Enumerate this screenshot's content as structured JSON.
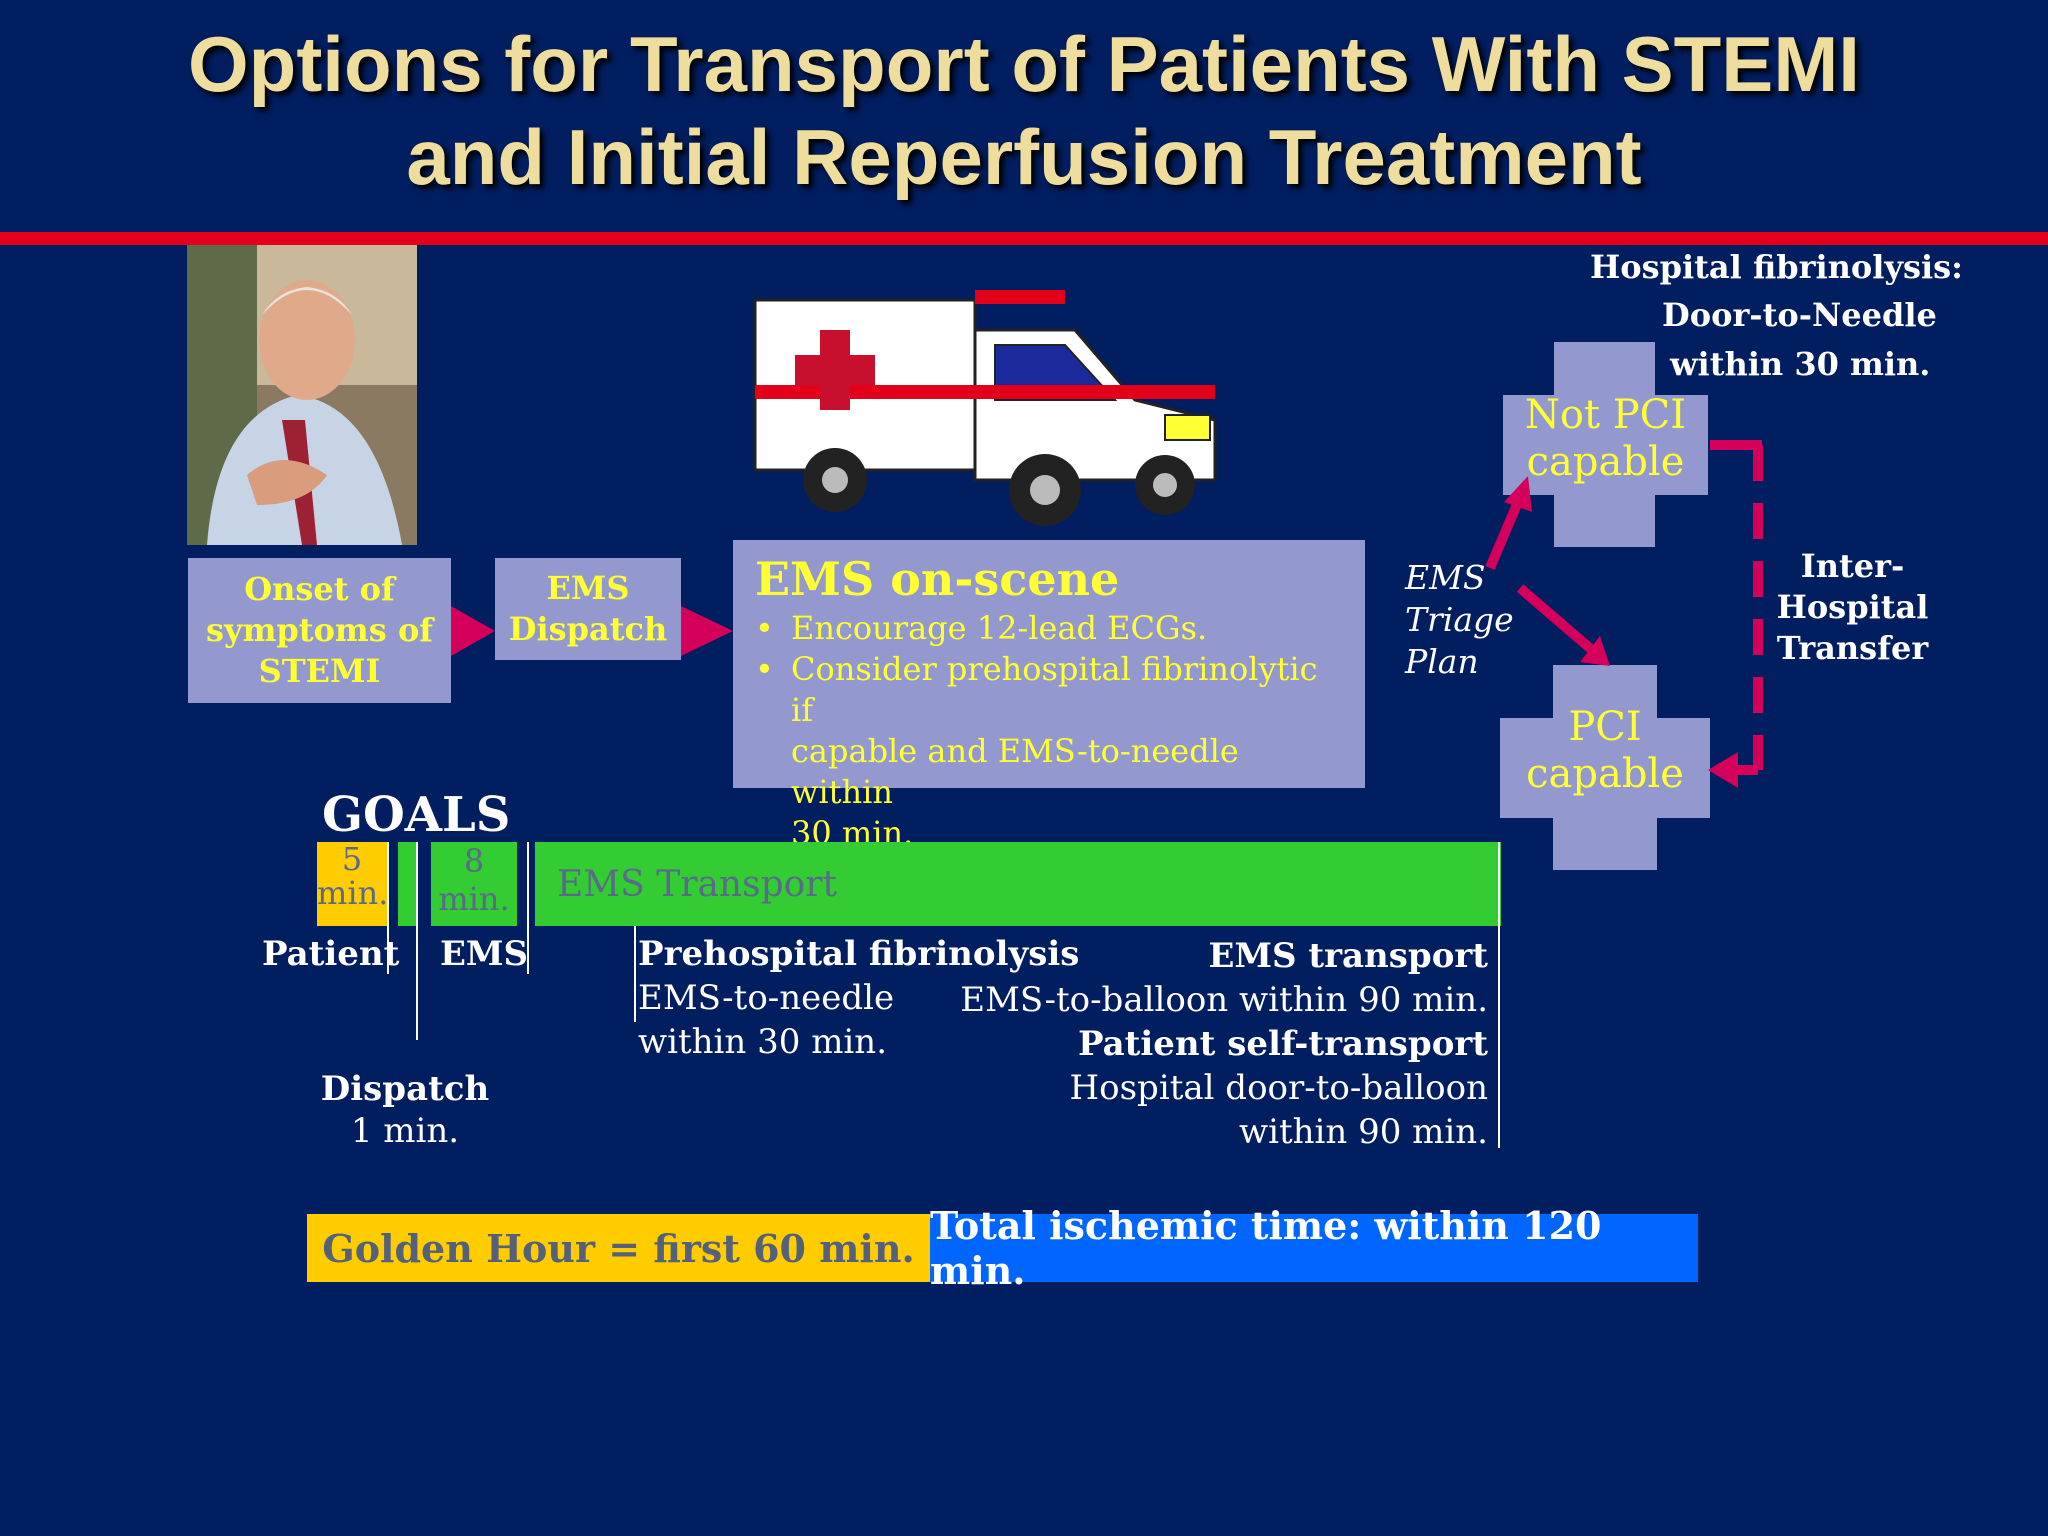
{
  "title": {
    "line1": "Options for Transport of Patients With STEMI",
    "line2": "and Initial Reperfusion Treatment"
  },
  "hospital_fibrinolysis": {
    "line1": "Hospital fibrinolysis:",
    "line2": "Door-to-Needle",
    "line3": "within 30 min."
  },
  "boxes": {
    "onset": [
      "Onset of",
      "symptoms of",
      "STEMI"
    ],
    "dispatch": [
      "EMS",
      "Dispatch"
    ],
    "on_scene": {
      "heading": "EMS on-scene",
      "bullet1": "Encourage 12-lead ECGs.",
      "bullet2_l1": "Consider prehospital fibrinolytic if",
      "bullet2_l2": "capable and EMS-to-needle within",
      "bullet2_l3": "30 min."
    }
  },
  "hospitals": {
    "not_pci": [
      "Not PCI",
      "capable"
    ],
    "pci": [
      "PCI",
      "capable"
    ]
  },
  "triage": [
    "EMS",
    "Triage",
    "Plan"
  ],
  "inter_hospital": [
    "Inter-",
    "Hospital",
    "Transfer"
  ],
  "goals": {
    "label": "GOALS",
    "seg_patient": [
      "5",
      "min."
    ],
    "seg_ems": [
      "8",
      "min."
    ],
    "seg_transport": "EMS Transport",
    "patient_label": "Patient",
    "ems_label": "EMS",
    "prehospital_title": "Prehospital fibrinolysis",
    "prehospital_l1": "EMS-to-needle",
    "prehospital_l2": "within 30 min.",
    "ems_transport_title": "EMS transport",
    "ems_transport_l1": "EMS-to-balloon within 90 min.",
    "self_transport_title": "Patient self-transport",
    "self_transport_l1": "Hospital door-to-balloon",
    "self_transport_l2": "within 90 min.",
    "dispatch_label": "Dispatch",
    "dispatch_time": "1 min."
  },
  "footer": {
    "golden_hour": "Golden Hour = first 60 min.",
    "total_ischemic": "Total ischemic time: within 120 min."
  },
  "colors": {
    "background": "#001e60",
    "title": "#eedd9c",
    "red_rule": "#e2001a",
    "box": "#9398cf",
    "box_text": "#ffff33",
    "arrow": "#d4005a",
    "green": "#33cc33",
    "gold": "#ffcc00",
    "blue": "#0066ff"
  }
}
